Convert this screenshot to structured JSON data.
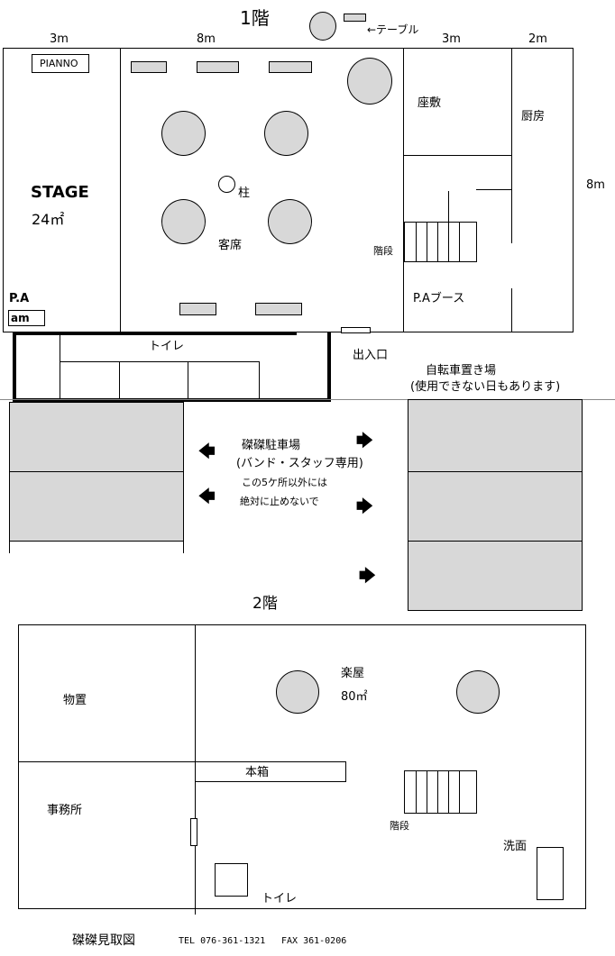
{
  "floor1": {
    "title": "1階",
    "table_legend": "←テーブル",
    "dims": {
      "stage_width": "3m",
      "hall_width": "8m",
      "zashiki_width": "3m",
      "kitchen_width": "2m",
      "depth": "8m"
    },
    "piano": "PIANNO",
    "stage": "STAGE",
    "stage_area": "24㎡",
    "pa": "P.A",
    "amp": "am",
    "pillar": "柱",
    "seats": "客席",
    "zashiki": "座敷",
    "kitchen": "厨房",
    "stairs": "階段",
    "pa_booth": "P.Aブース",
    "toilet": "トイレ",
    "entrance": "出入口",
    "bike_parking": "自転車置き場",
    "bike_note": "(使用できない日もあります)",
    "parking_title": "磔磔駐車場",
    "parking_sub": "(バンド・スタッフ専用)",
    "parking_note1": "この5ケ所以外には",
    "parking_note2": "絶対に止めないで"
  },
  "floor2": {
    "title": "2階",
    "storage": "物置",
    "office": "事務所",
    "green_room": "楽屋",
    "green_room_area": "80㎡",
    "bookshelf": "本箱",
    "stairs": "階段",
    "washroom": "洗面",
    "toilet": "トイレ"
  },
  "footer": {
    "title": "磔磔見取図",
    "tel": "TEL 076-361-1321",
    "fax": "FAX 361-0206"
  },
  "colors": {
    "fill": "#d8d8d8",
    "line": "#000000"
  }
}
